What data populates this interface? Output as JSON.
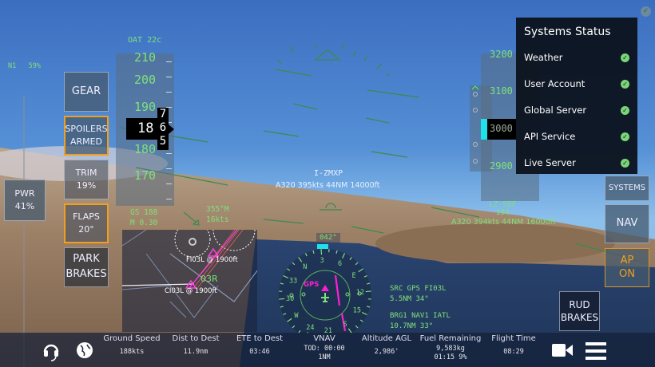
{
  "engine": {
    "n1_label": "N1",
    "n1_value": "59%"
  },
  "left_controls": {
    "power": {
      "label": "PWR",
      "value": "41%"
    },
    "buttons": [
      {
        "line1": "GEAR",
        "line2": ""
      },
      {
        "line1": "SPOILERS",
        "line2": "ARMED"
      },
      {
        "line1": "TRIM",
        "line2": "19%"
      },
      {
        "line1": "FLAPS",
        "line2": "20°"
      },
      {
        "line1": "PARK",
        "line2": "BRAKES"
      }
    ]
  },
  "speed_tape": {
    "oat": "OAT 22c",
    "ticks": [
      "210",
      "200",
      "190",
      "180",
      "170"
    ],
    "readout": "18",
    "roll_digits": [
      "7",
      "6",
      "5"
    ],
    "gs": "GS 188",
    "mach": "M 0.30"
  },
  "wind": {
    "direction": "355°M",
    "speed": "16kts"
  },
  "traffic": [
    {
      "callsign": "I-ZMXP",
      "info": "A320 395kts 44NM 14000ft"
    },
    {
      "callsign": "LZ-SOF",
      "sub": "194",
      "info": "A320 394kts 44NM 16000ft"
    }
  ],
  "map": {
    "labels": [
      "FI03L @ 1900ft",
      "CI03L @ 1900ft",
      "03R"
    ]
  },
  "compass": {
    "heading_bug": "042°",
    "source": "GPS",
    "cardinal": [
      "N",
      "3",
      "6",
      "E",
      "12",
      "15",
      "S",
      "21",
      "24",
      "W",
      "30",
      "33"
    ]
  },
  "nav_info": {
    "src_line": "SRC GPS FI03L",
    "src_dist": "5.5NM 34°",
    "brg_line": "BRG1 NAV1 IATL",
    "brg_dist": "10.7NM 33°"
  },
  "altitude_tape": {
    "ticks": [
      "3200",
      "3100",
      "3000",
      "2900"
    ]
  },
  "systems_status": {
    "title": "Systems Status",
    "items": [
      {
        "label": "Weather",
        "status": "ok"
      },
      {
        "label": "User Account",
        "status": "ok"
      },
      {
        "label": "Global Server",
        "status": "ok"
      },
      {
        "label": "API Service",
        "status": "ok"
      },
      {
        "label": "Live Server",
        "status": "ok"
      }
    ]
  },
  "right_controls": {
    "systems": "SYSTEMS",
    "nav": "NAV",
    "ap_line1": "AP",
    "ap_line2": "ON",
    "rud_line1": "RUD",
    "rud_line2": "BRAKES"
  },
  "bottom_bar": {
    "items": [
      {
        "label": "Ground Speed",
        "value": "188kts",
        "value2": ""
      },
      {
        "label": "Dist to Dest",
        "value": "11.9nm",
        "value2": ""
      },
      {
        "label": "ETE to Dest",
        "value": "03:46",
        "value2": ""
      },
      {
        "label": "VNAV",
        "value": "TOD: 00:00",
        "value2": "1NM"
      },
      {
        "label": "Altitude AGL",
        "value": "2,986'",
        "value2": ""
      },
      {
        "label": "Fuel Remaining",
        "value": "9,583kg",
        "value2": "01:15 9%"
      },
      {
        "label": "Flight Time",
        "value": "08:29",
        "value2": ""
      }
    ]
  },
  "colors": {
    "hud_green": "#7fe07a",
    "accent_orange": "#f0a020",
    "magenta": "#ff1fd0",
    "cyan": "#20e0e8"
  }
}
